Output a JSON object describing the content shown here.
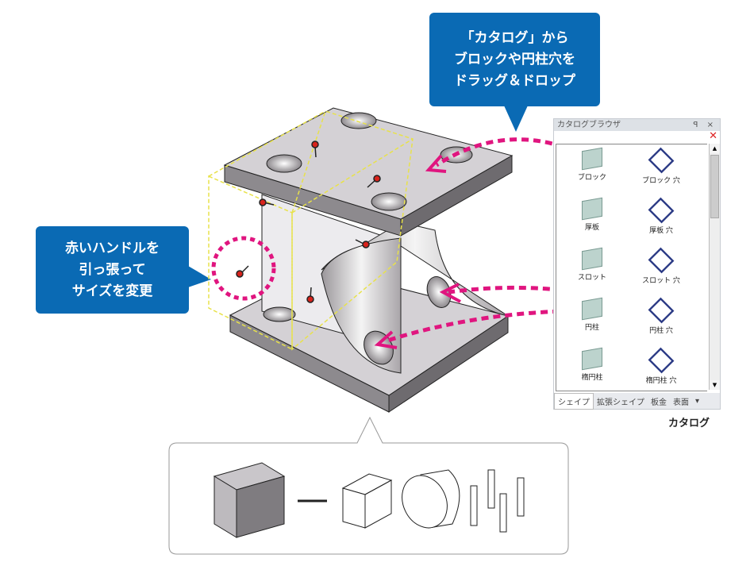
{
  "callout_top": {
    "lines": [
      "「カタログ」から",
      "ブロックや円柱穴を",
      "ドラッグ＆ドロップ"
    ]
  },
  "callout_left": {
    "lines": [
      "赤いハンドルを",
      "引っ張って",
      "サイズを変更"
    ]
  },
  "catalog": {
    "title": "カタログブラウザ",
    "controls": "ꟼ ×",
    "close": "✕",
    "items": [
      {
        "label": "ブロック",
        "icon": "block-icon"
      },
      {
        "label": "ブロック 穴",
        "icon": "block-hole-icon"
      },
      {
        "label": "厚板",
        "icon": "plate-icon"
      },
      {
        "label": "厚板 穴",
        "icon": "plate-hole-icon"
      },
      {
        "label": "スロット",
        "icon": "slot-icon"
      },
      {
        "label": "スロット 穴",
        "icon": "slot-hole-icon"
      },
      {
        "label": "円柱",
        "icon": "cylinder-icon"
      },
      {
        "label": "円柱 穴",
        "icon": "cylinder-hole-icon"
      },
      {
        "label": "楕円柱",
        "icon": "elliptic-cylinder-icon"
      },
      {
        "label": "楕円柱 穴",
        "icon": "elliptic-cylinder-hole-icon"
      }
    ],
    "tabs": [
      "シェイプ",
      "拡張シェイプ",
      "板金",
      "表面",
      "▾"
    ],
    "caption": "カタログ"
  },
  "colors": {
    "callout": "#0a6ab4",
    "arrow": "#e0157f",
    "handle": "#d8231c",
    "frame": "#e8e24a"
  }
}
